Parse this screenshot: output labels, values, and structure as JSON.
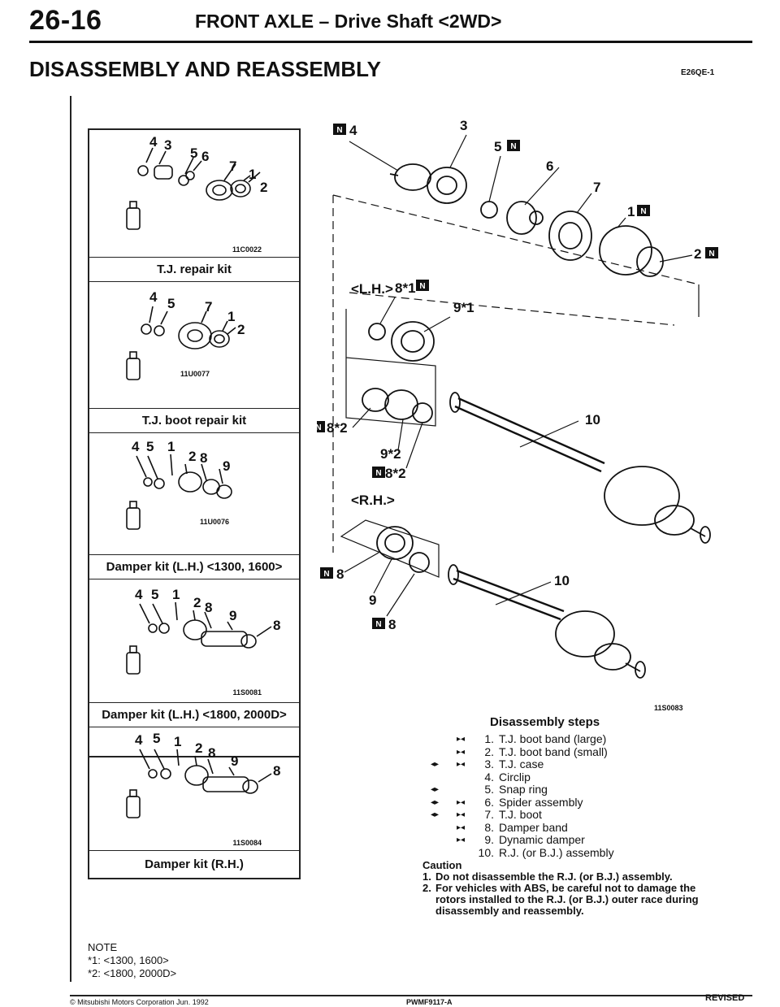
{
  "header": {
    "page_number": "26-16",
    "title": "FRONT AXLE – Drive Shaft <2WD>",
    "section_title": "DISASSEMBLY AND REASSEMBLY",
    "section_code": "E26QE-1"
  },
  "kits": [
    {
      "title": "T.J. repair kit",
      "code": "11C0022",
      "parts": [
        "4",
        "3",
        "5",
        "6",
        "7",
        "1",
        "2"
      ]
    },
    {
      "title": "T.J. boot repair kit",
      "code": "11U0077",
      "parts": [
        "4",
        "5",
        "7",
        "1",
        "2"
      ]
    },
    {
      "title": "Damper kit (L.H.) <1300, 1600>",
      "code": "11U0076",
      "parts": [
        "4",
        "5",
        "1",
        "2",
        "8",
        "9"
      ]
    },
    {
      "title": "Damper kit (L.H.) <1800, 2000D>",
      "code": "11S0081",
      "parts": [
        "4",
        "5",
        "1",
        "2",
        "8",
        "9",
        "8"
      ]
    },
    {
      "title": "Damper kit (R.H.)",
      "code": "11S0084",
      "parts": [
        "4",
        "5",
        "1",
        "2",
        "8",
        "9",
        "8"
      ]
    }
  ],
  "note": {
    "heading": "NOTE",
    "lines": [
      "*1: <1300, 1600>",
      "*2: <1800, 2000D>"
    ]
  },
  "main_diagram": {
    "code": "11S0083",
    "lh_label": "<L.H.>",
    "rh_label": "<R.H.>",
    "n_mark": "N",
    "callouts": {
      "c3": "3",
      "c4": "4",
      "c5": "5",
      "c6": "6",
      "c7": "7",
      "c1": "1",
      "c2": "2",
      "c8_1": "8*1",
      "c9_1": "9*1",
      "c8_2a": "8*2",
      "c9_2": "9*2",
      "c8_2b": "8*2",
      "c10a": "10",
      "c10b": "10",
      "c8a": "8",
      "c9": "9",
      "c8b": "8"
    }
  },
  "disassembly": {
    "heading": "Disassembly steps",
    "steps": [
      {
        "num": "1.",
        "text": "T.J. boot band (large)",
        "m1": "",
        "m2": "▸◂"
      },
      {
        "num": "2.",
        "text": "T.J. boot band (small)",
        "m1": "",
        "m2": "▸◂"
      },
      {
        "num": "3.",
        "text": "T.J. case",
        "m1": "◂▸",
        "m2": "▸◂"
      },
      {
        "num": "4.",
        "text": "Circlip",
        "m1": "",
        "m2": ""
      },
      {
        "num": "5.",
        "text": "Snap ring",
        "m1": "◂▸",
        "m2": ""
      },
      {
        "num": "6.",
        "text": "Spider assembly",
        "m1": "◂▸",
        "m2": "▸◂"
      },
      {
        "num": "7.",
        "text": "T.J. boot",
        "m1": "◂▸",
        "m2": "▸◂"
      },
      {
        "num": "8.",
        "text": "Damper band",
        "m1": "",
        "m2": "▸◂"
      },
      {
        "num": "9.",
        "text": "Dynamic damper",
        "m1": "",
        "m2": "▸◂"
      },
      {
        "num": "10.",
        "text": "R.J. (or B.J.) assembly",
        "m1": "",
        "m2": ""
      }
    ]
  },
  "caution": {
    "heading": "Caution",
    "items": [
      {
        "num": "1.",
        "text": "Do not disassemble the R.J. (or B.J.) assembly."
      },
      {
        "num": "2.",
        "text": "For vehicles with ABS, be careful not to damage the rotors installed to the R.J. (or B.J.) outer race during disassembly and reassembly."
      }
    ]
  },
  "footer": {
    "left": "© Mitsubishi Motors Corporation   Jun. 1992",
    "middle": "PWMF9117-A",
    "right": "REVISED"
  }
}
